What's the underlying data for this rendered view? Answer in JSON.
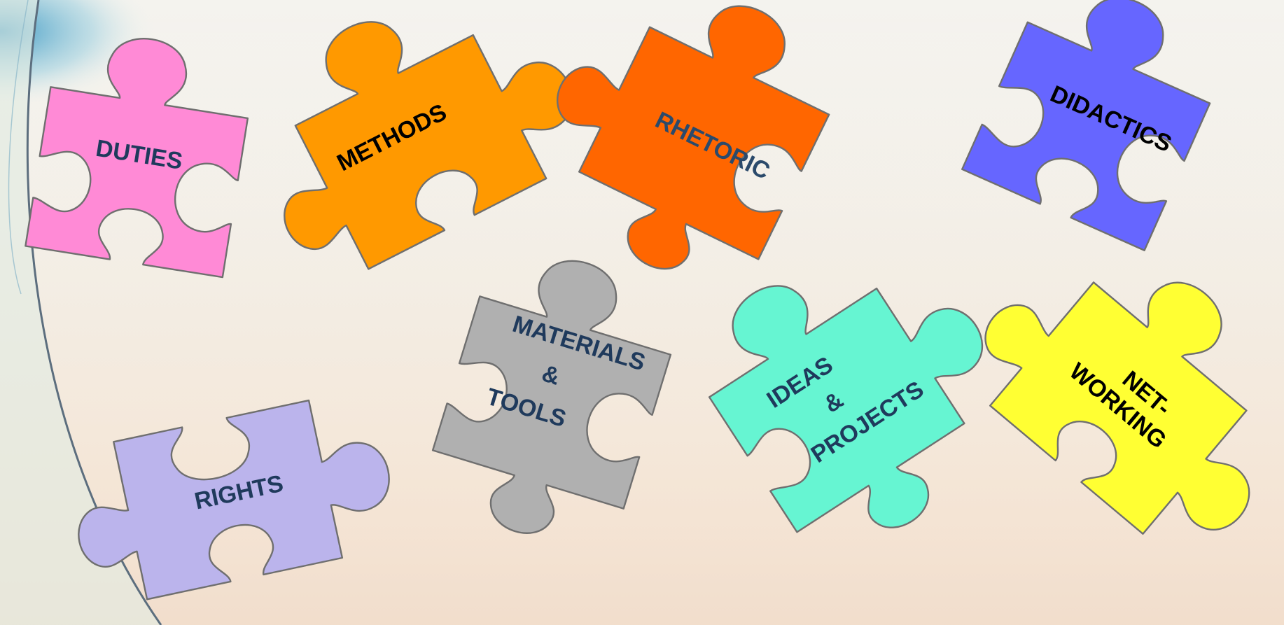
{
  "puzzle_pieces": [
    {
      "id": "duties",
      "lines": [
        "DUTIES"
      ],
      "fill": "#ff8ad6",
      "text_color": "#1f3a5c"
    },
    {
      "id": "methods",
      "lines": [
        "METHODS"
      ],
      "fill": "#ff9900",
      "text_color": "#000000"
    },
    {
      "id": "rhetoric",
      "lines": [
        "RHETORIC"
      ],
      "fill": "#ff6600",
      "text_color": "#2b4a6b"
    },
    {
      "id": "didactics",
      "lines": [
        "DIDACTICS"
      ],
      "fill": "#6666ff",
      "text_color": "#000000"
    },
    {
      "id": "rights",
      "lines": [
        "RIGHTS"
      ],
      "fill": "#bbb4ec",
      "text_color": "#1f3a5c"
    },
    {
      "id": "materials",
      "lines": [
        "MATERIALS",
        "&",
        "TOOLS"
      ],
      "fill": "#b0b0b0",
      "text_color": "#1f3a5c"
    },
    {
      "id": "ideas",
      "lines": [
        "IDEAS",
        "&",
        "PROJECTS"
      ],
      "fill": "#66f5d2",
      "text_color": "#1f3a5c"
    },
    {
      "id": "networking",
      "lines": [
        "NET-",
        "WORKING"
      ],
      "fill": "#ffff33",
      "text_color": "#000000"
    }
  ]
}
